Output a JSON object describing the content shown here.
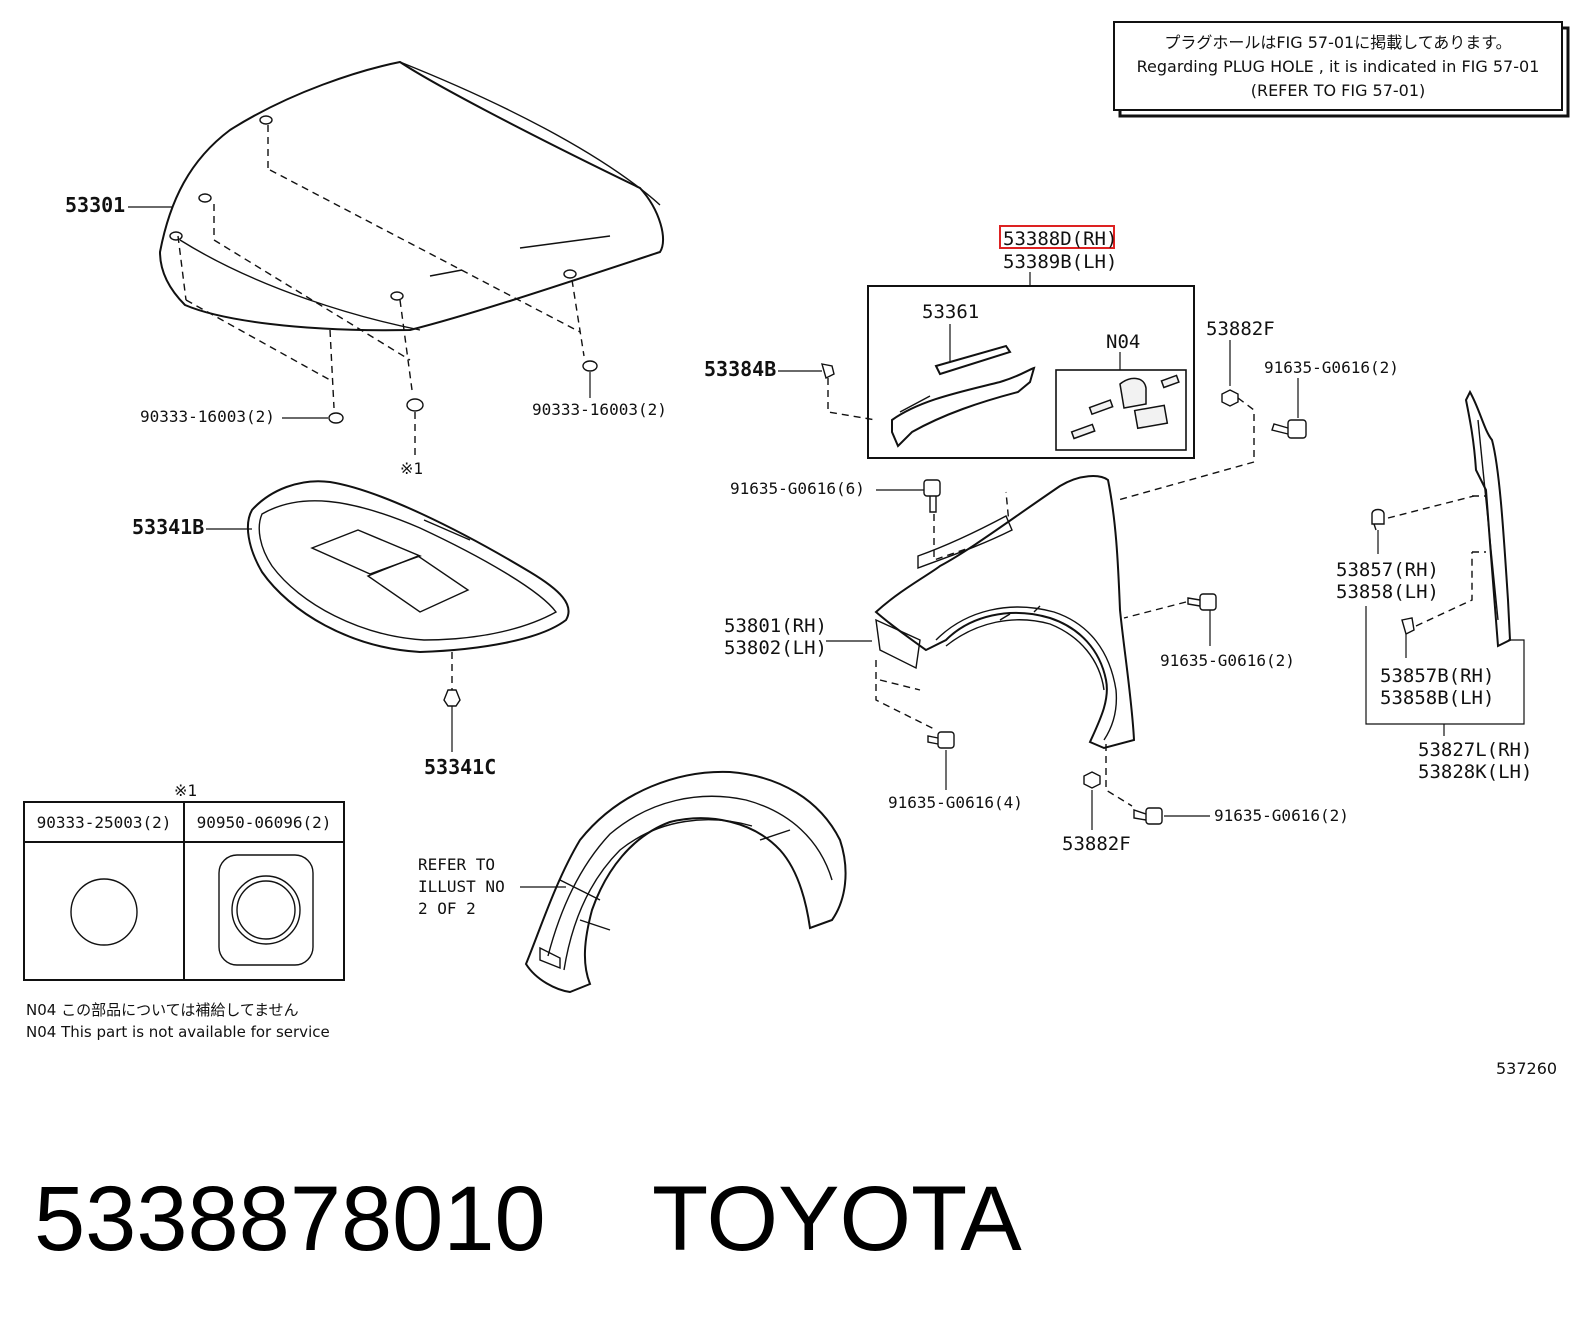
{
  "notice": {
    "line1": "プラグホールはFIG 57-01に掲載してあります。",
    "line2": "Regarding PLUG HOLE , it is indicated in FIG 57-01",
    "line3": "(REFER TO FIG 57-01)"
  },
  "labels": {
    "hood": "53301",
    "bolt_left": "90333-16003(2)",
    "bolt_right": "90333-16003(2)",
    "mark_ref": "※1",
    "insulator": "53341B",
    "insulator_clip": "53341C",
    "highlighted_part": "53388D(RH)",
    "seal_lh": "53389B(LH)",
    "seal_inner": "53361",
    "n04": "N04",
    "clip_53384b": "53384B",
    "washer_top": "53882F",
    "screw_top_right": "91635-G0616(2)",
    "screw_6": "91635-G0616(6)",
    "fender_rh": "53801(RH)",
    "fender_lh": "53802(LH)",
    "screw_mid": "91635-G0616(2)",
    "screw_4": "91635-G0616(4)",
    "washer_bottom": "53882F",
    "screw_bottom": "91635-G0616(2)",
    "clip_rh": "53857(RH)",
    "clip_lh": "53858(LH)",
    "clip_b_rh": "53857B(RH)",
    "clip_b_lh": "53858B(LH)",
    "seal_l_rh": "53827L(RH)",
    "seal_k_lh": "53828K(LH)",
    "refer_line1": "REFER TO",
    "refer_line2": "ILLUST NO",
    "refer_line3": "2 OF 2",
    "figure_number": "537260"
  },
  "ref_table": {
    "mark": "※1",
    "col1": "90333-25003(2)",
    "col2": "90950-06096(2)"
  },
  "footnote": {
    "jp": "N04  この部品については補給してません",
    "en": "N04   This part is not available for service"
  },
  "footer": {
    "part_number": "5338878010",
    "brand": "TOYOTA"
  },
  "colors": {
    "highlight": "#dd2222",
    "ink": "#111111"
  }
}
